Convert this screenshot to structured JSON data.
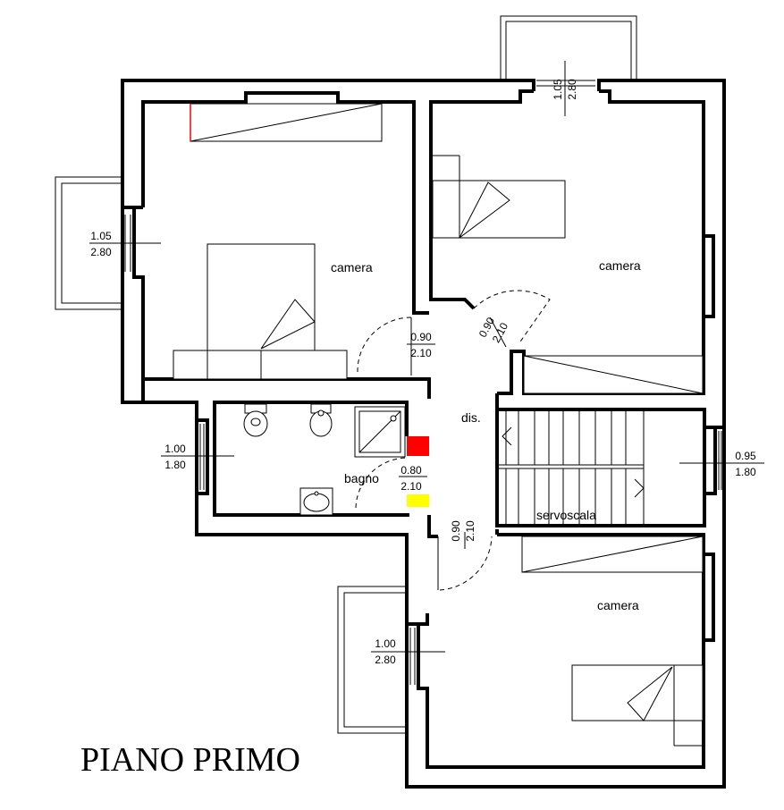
{
  "title": "PIANO PRIMO",
  "rooms": [
    {
      "label": "camera"
    },
    {
      "label": "camera"
    },
    {
      "label": "camera"
    },
    {
      "label": "bagno"
    },
    {
      "label": "dis."
    },
    {
      "label": "servoscala"
    }
  ],
  "openings": [
    {
      "width": "1.05",
      "height": "2.80"
    },
    {
      "width": "1.05",
      "height": "2.80"
    },
    {
      "width": "1.00",
      "height": "1.80"
    },
    {
      "width": "0.95",
      "height": "1.80"
    },
    {
      "width": "1.00",
      "height": "2.80"
    },
    {
      "width": "0.90",
      "height": "2.10"
    },
    {
      "width": "0.90",
      "height": "2.10"
    },
    {
      "width": "0.80",
      "height": "2.10"
    },
    {
      "width": "0.90",
      "height": "2.10"
    }
  ],
  "colors": {
    "wall": "#000000",
    "marker_red": "#ff0000",
    "marker_yellow": "#ffff00"
  }
}
